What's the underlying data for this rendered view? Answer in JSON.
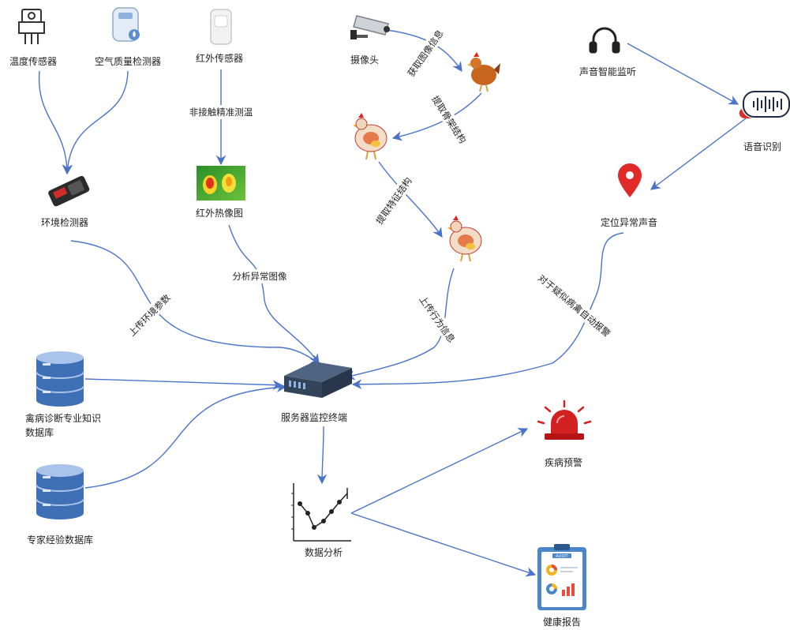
{
  "nodes": {
    "temp_sensor": "温度传感器",
    "air_sensor": "空气质量检测器",
    "ir_sensor": "红外传感器",
    "camera": "摄像头",
    "sound": "声音智能监听",
    "speech": "语音识别",
    "env_detector": "环境检测器",
    "thermal": "红外热像图",
    "locate": "定位异常声音",
    "server": "服务器监控终端",
    "db_disease_1": "禽病诊断专业知识",
    "db_disease_2": "数据库",
    "db_expert": "专家经验数据库",
    "analysis": "数据分析",
    "alarm": "疾病预警",
    "report": "健康报告",
    "report_header": "AUDIT"
  },
  "edges": {
    "non_contact": "非接触精准测温",
    "get_image": "获取图像信息",
    "extract_skeleton": "提取骨架结构",
    "extract_feature": "提取特征结构",
    "upload_env": "上传环境参数",
    "analyze_abnormal": "分析异常图像",
    "upload_behavior": "上传行为信息",
    "auto_report": "对于疑似病禽自动报警"
  },
  "colors": {
    "arrow": "#4a74c9",
    "db_blue": "#3f6fb5",
    "alarm_red": "#d32121",
    "pin_red": "#e02a2a",
    "server_dark": "#3a4a5e"
  }
}
